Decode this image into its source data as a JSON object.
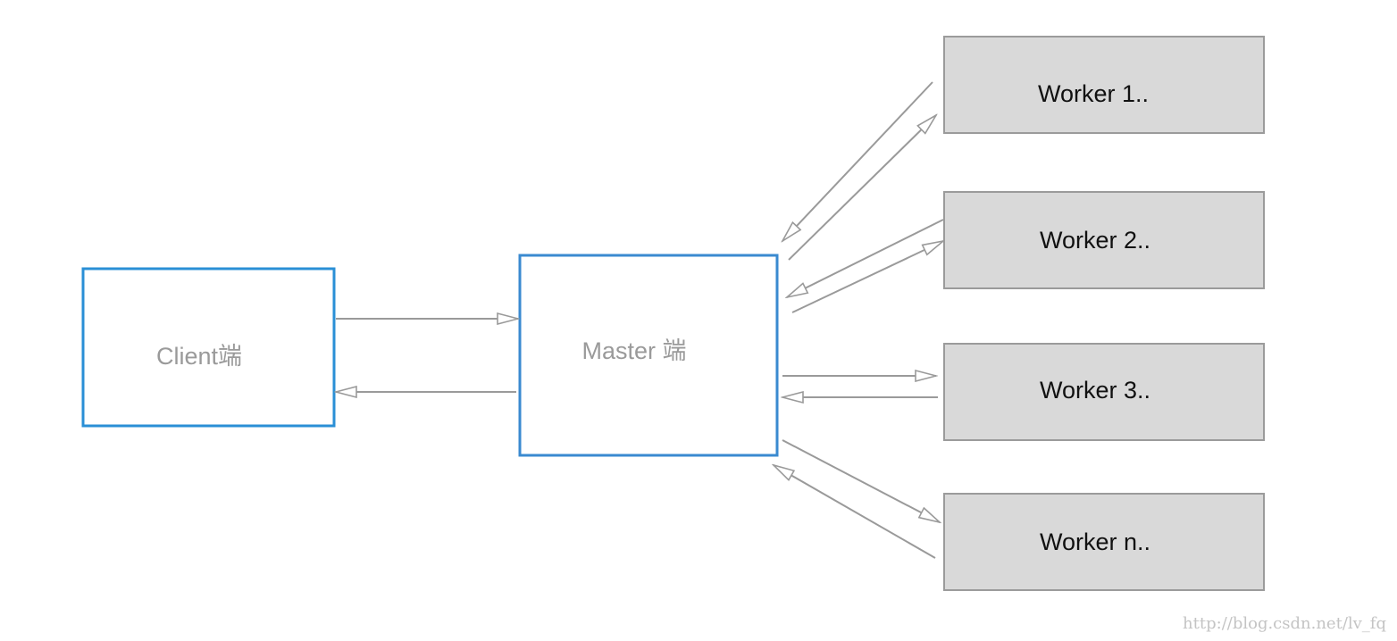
{
  "diagram": {
    "nodes": {
      "client": {
        "label": "Client端",
        "border_color": "#2a8fd6"
      },
      "master": {
        "label": "Master 端",
        "border_color": "#3a8ad0"
      },
      "workers": [
        {
          "label": "Worker 1.."
        },
        {
          "label": "Worker 2.."
        },
        {
          "label": "Worker 3.."
        },
        {
          "label": "Worker n.."
        }
      ]
    },
    "colors": {
      "worker_fill": "#d9d9d9",
      "worker_border": "#9b9b9b",
      "arrow": "#9a9a9a"
    },
    "arrows": [
      {
        "from": "client",
        "to": "master"
      },
      {
        "from": "master",
        "to": "client"
      },
      {
        "from": "worker-1",
        "to": "master"
      },
      {
        "from": "master",
        "to": "worker-1"
      },
      {
        "from": "worker-2",
        "to": "master"
      },
      {
        "from": "master",
        "to": "worker-2"
      },
      {
        "from": "master",
        "to": "worker-3"
      },
      {
        "from": "worker-3",
        "to": "master"
      },
      {
        "from": "master",
        "to": "worker-n"
      },
      {
        "from": "worker-n",
        "to": "master"
      }
    ]
  },
  "watermark": "http://blog.csdn.net/lv_fq"
}
